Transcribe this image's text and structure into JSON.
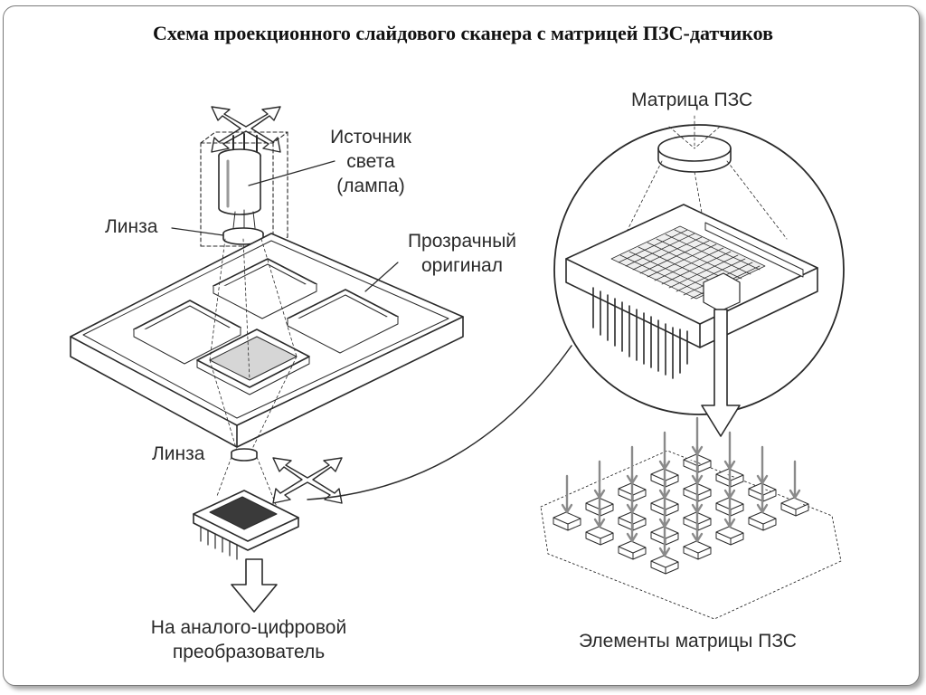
{
  "title": "Схема проекционного слайдового сканера с матрицей ПЗС-датчиков",
  "labels": {
    "light_source": [
      "Источник",
      "света",
      "(лампа)"
    ],
    "lens_top": "Линза",
    "transparent_original": [
      "Прозрачный",
      "оригинал"
    ],
    "lens_bottom": "Линза",
    "adc": [
      "На аналого-цифровой",
      "преобразователь"
    ],
    "ccd_matrix": "Матрица ПЗС",
    "ccd_elements": "Элементы матрицы ПЗС"
  },
  "colors": {
    "line": "#2a2a2a",
    "light_fill": "#d6d6d6",
    "sensor_dark": "#3a3a3a"
  }
}
